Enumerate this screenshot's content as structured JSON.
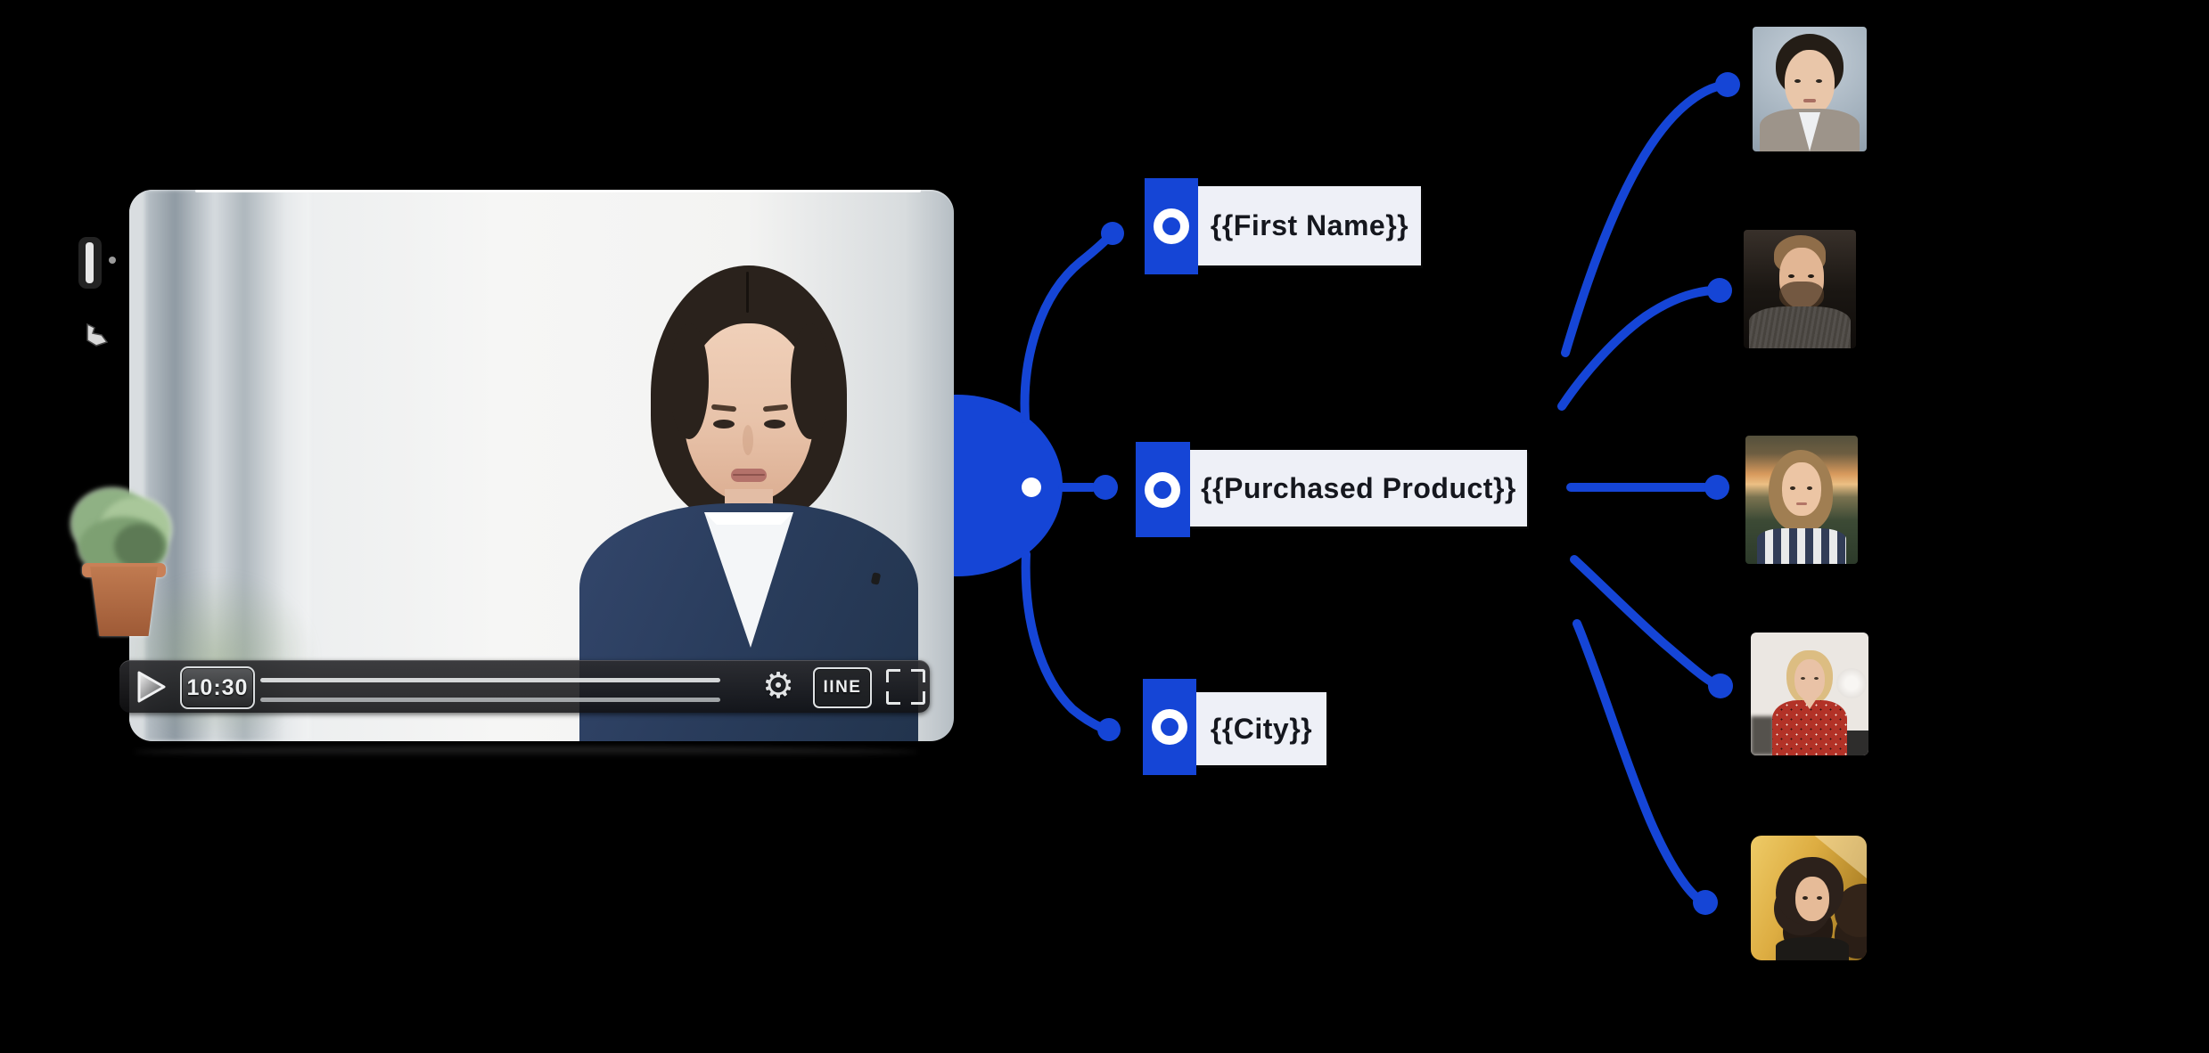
{
  "palette": {
    "background": "#000000",
    "accent_blue": "#1545d6",
    "tag_background": "#eef0f7",
    "tag_text": "#15171e"
  },
  "video_player": {
    "subject_alt": "presenter-woman-dark-hair-navy-blazer-white-shirt-office",
    "controls": {
      "play_icon": "play-triangle",
      "timestamp": "10:30",
      "settings_icon": "gear",
      "quality_badge": "IINE",
      "fullscreen_icon": "fullscreen-corners"
    }
  },
  "hub": {
    "type": "branch-node",
    "description": "blue half-circle node with white center dot on right edge of video"
  },
  "variables": [
    {
      "label": "{{First Name}}"
    },
    {
      "label": "{{Purchased Product}}"
    },
    {
      "label": "{{City}}"
    }
  ],
  "recipients": [
    {
      "alt": "man-short-dark-hair-grey-studio-background"
    },
    {
      "alt": "man-beard-quiff-dark-background"
    },
    {
      "alt": "woman-long-brown-hair-sunset-field-striped-top"
    },
    {
      "alt": "blonde-woman-red-patterned-blouse-light-room"
    },
    {
      "alt": "woman-short-curly-dark-hair-golden-wall"
    }
  ]
}
